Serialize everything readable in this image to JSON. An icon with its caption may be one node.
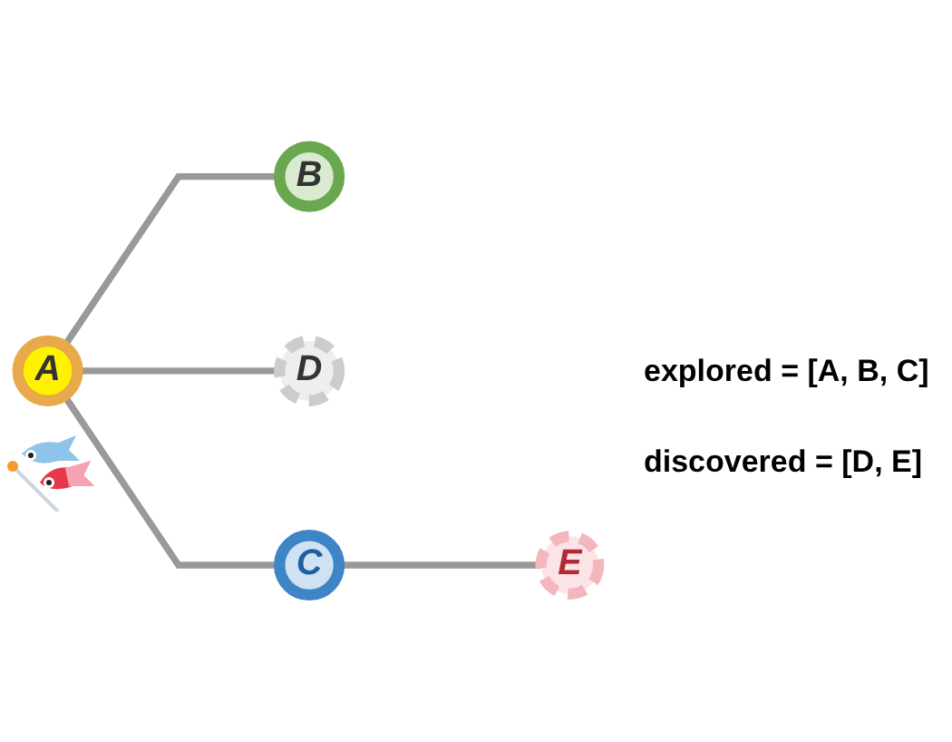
{
  "diagram": {
    "nodes": [
      {
        "text": [
          "A"
        ]
      },
      {
        "text": [
          "B"
        ]
      },
      {
        "text": [
          "D"
        ]
      },
      {
        "text": [
          "C"
        ]
      },
      {
        "text": [
          "E"
        ]
      }
    ],
    "edges": [
      {
        "from": 0,
        "to": 1,
        "arrow": "none"
      },
      {
        "from": 0,
        "to": 2,
        "arrow": "none"
      },
      {
        "from": 0,
        "to": 3,
        "arrow": "none"
      },
      {
        "from": 3,
        "to": 4,
        "arrow": "none"
      }
    ],
    "labels": [
      "explored = [A, B, C]",
      "discovered = [D, E]"
    ]
  }
}
